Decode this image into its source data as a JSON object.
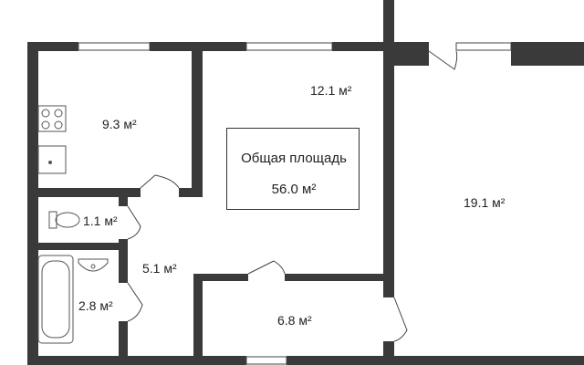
{
  "plan": {
    "total": {
      "title": "Общая площадь",
      "value": "56.0 м²"
    },
    "rooms": {
      "kitchen": "9.3 м²",
      "room_middle": "12.1 м²",
      "room_large": "19.1 м²",
      "toilet": "1.1 м²",
      "bathroom": "2.8 м²",
      "hallway": "5.1 м²",
      "corridor": "6.8 м²"
    },
    "colors": {
      "wall": "#3a3a3a",
      "line": "#444444",
      "background": "#ffffff"
    }
  }
}
